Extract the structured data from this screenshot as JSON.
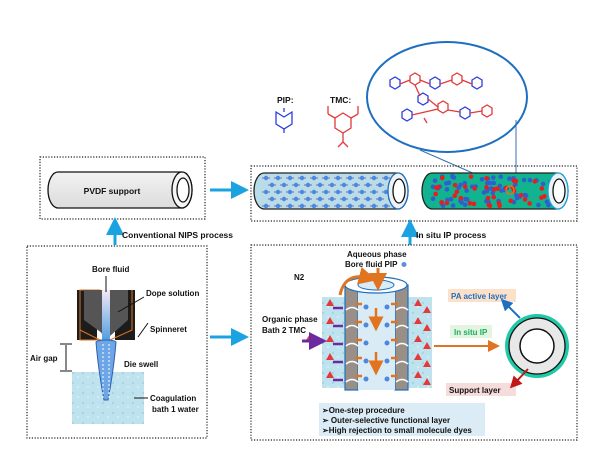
{
  "labels": {
    "pvdf_support": "PVDF support",
    "conventional_nips": "Conventional NIPS process",
    "in_situ_ip_process": "In situ IP process",
    "pip": "PIP:",
    "tmc": "TMC:",
    "bore_fluid": "Bore fluid",
    "dope_solution": "Dope solution",
    "spinneret": "Spinneret",
    "air_gap": "Air gap",
    "die_swell": "Die swell",
    "coagulation_line1": "Coagulation",
    "coagulation_line2": "bath 1 water",
    "aqueous_line1": "Aqueous phase",
    "aqueous_line2": "Bore fluid PIP",
    "n2": "N2",
    "organic_line1": "Organic phase",
    "organic_line2": "Bath 2 TMC",
    "pa_active_layer": "PA active layer",
    "in_situ_ip": "In situ IP",
    "support_layer": "Support layer"
  },
  "highlights": [
    "➢One-step procedure",
    "➢ Outer-selective functional layer",
    "➢High rejection to small molecule dyes"
  ],
  "colors": {
    "arrow_blue": "#1aa3e0",
    "pip_blue": "#2f3de0",
    "tmc_red": "#e23a3a",
    "pa_teal": "#1aaf8f",
    "orange": "#e07420",
    "bath_blue": "#bfe3ee",
    "spinneret_dark": "#1c1c1c"
  }
}
